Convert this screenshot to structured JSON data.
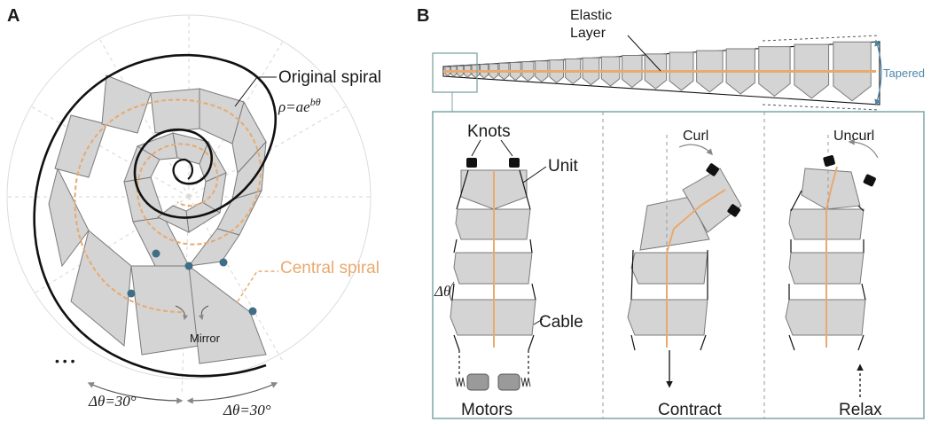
{
  "panels": {
    "a": "A",
    "b": "B"
  },
  "panel_a": {
    "original_spiral": "Original spiral",
    "formula_rho": "ρ=ae",
    "formula_exp": "bθ",
    "central_spiral": "Central spiral",
    "mirror": "Mirror",
    "angle_left": "Δθ=30°",
    "angle_right": "Δθ=30°",
    "ellipsis": "• • •"
  },
  "panel_b": {
    "elastic": "Elastic",
    "layer": "Layer",
    "tapered": "Tapered",
    "knots": "Knots",
    "unit": "Unit",
    "delta": "Δθ",
    "cable": "Cable",
    "motors": "Motors",
    "curl": "Curl",
    "contract": "Contract",
    "uncurl": "Uncurl",
    "relax": "Relax"
  },
  "colors": {
    "unit_fill": "#d4d4d4",
    "unit_stroke": "#7a7a7a",
    "central_line": "#e9a96f",
    "joint_dot": "#3f6e86",
    "frame": "#7da5a5",
    "accent_blue": "#4e86a8"
  },
  "icons": [
    "knot-icon",
    "motor-icon",
    "spring-icon",
    "arrow-down-icon",
    "curved-arrow-icon"
  ]
}
